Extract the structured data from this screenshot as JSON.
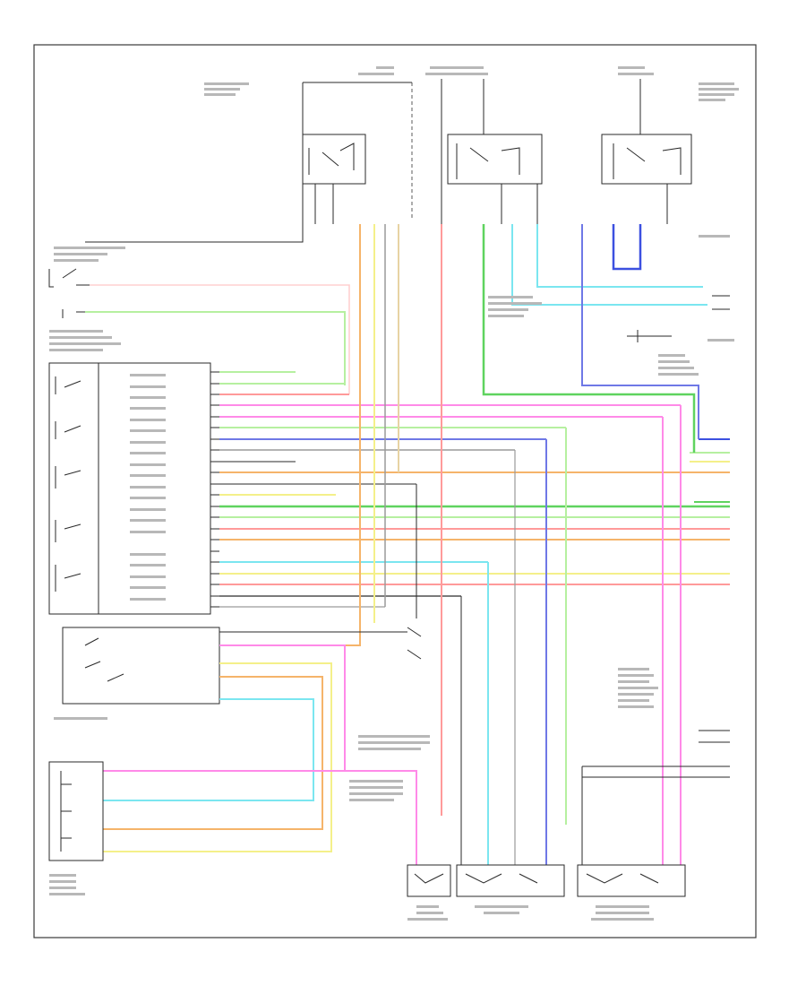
{
  "diagram": {
    "page_id": "",
    "components": [
      {
        "name": "hvac-control-module"
      },
      {
        "name": "blower-motor-resistor"
      },
      {
        "name": "a-c-relay"
      },
      {
        "name": "rear-defrost-relay"
      },
      {
        "name": "heated-mirror-relay"
      },
      {
        "name": "mode-door-actuator"
      },
      {
        "name": "temperature-door-actuator"
      },
      {
        "name": "recirculation-door-actuator"
      },
      {
        "name": "blower-motor"
      },
      {
        "name": "a-c-pressure-switch"
      },
      {
        "name": "ambient-temperature-sensor"
      },
      {
        "name": "evaporator-temperature-sensor"
      }
    ],
    "wire_colors": {
      "red": "#ff9a9a",
      "orange": "#f5b46a",
      "green": "#5fd35f",
      "light_green": "#b6f0a0",
      "blue": "#6f78e6",
      "light_blue": "#7be6f0",
      "pink": "#ff8ae8",
      "yellow": "#f4f08a",
      "tan": "#e7d3a3",
      "gray": "#9a9a9a",
      "black": "#2a2a2a",
      "dark_blue": "#3c50e0"
    }
  }
}
